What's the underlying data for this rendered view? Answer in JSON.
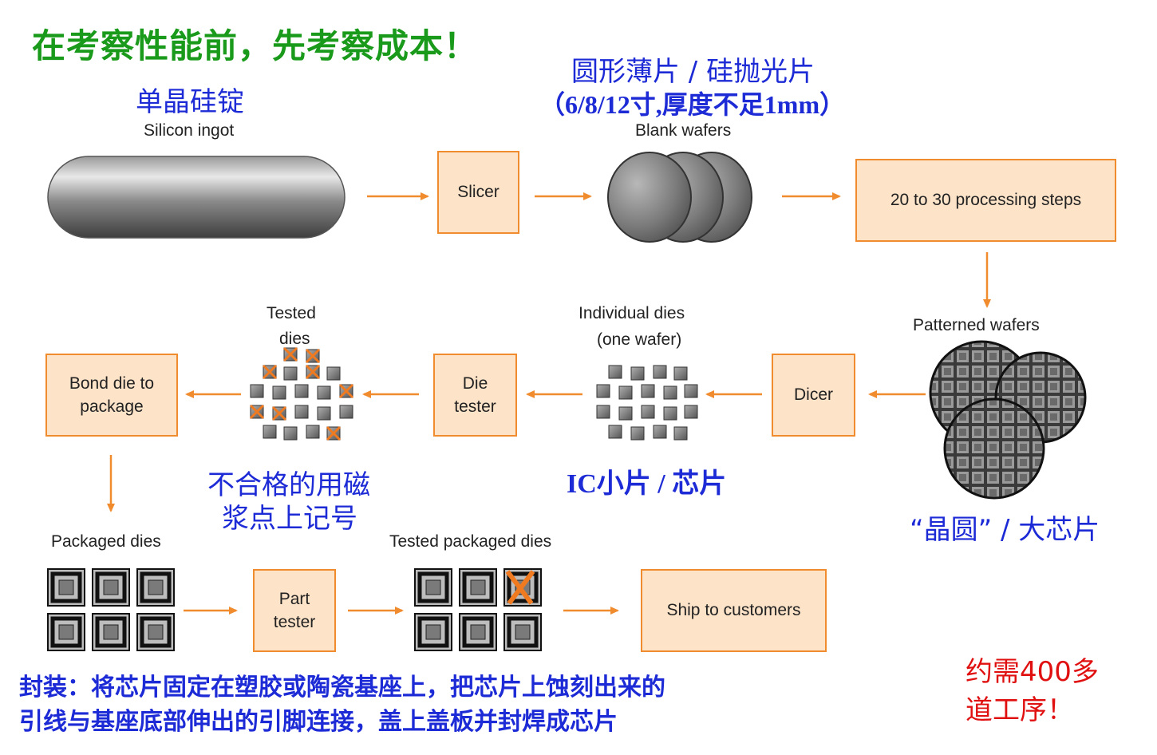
{
  "headline": "在考察性能前，先考察成本！",
  "captions": {
    "ingot_cn": "单晶硅锭",
    "ingot_en": "Silicon ingot",
    "wafer_cn_1": "圆形薄片 / 硅抛光片",
    "wafer_cn_2": "（6/8/12寸,厚度不足1mm）",
    "blank_en": "Blank wafers",
    "patterned_en": "Patterned wafers",
    "patterned_cn": "“晶圆” / 大芯片",
    "individual_en_1": "Individual dies",
    "individual_en_2": "(one wafer)",
    "ic_cn": "IC小片 / 芯片",
    "tested_en_1": "Tested",
    "tested_en_2": "dies",
    "mark_cn_1": "不合格的用磁",
    "mark_cn_2": "浆点上记号",
    "packaged_en": "Packaged dies",
    "tested_packaged_en": "Tested packaged dies"
  },
  "boxes": {
    "slicer": "Slicer",
    "processing": "20 to 30 processing steps",
    "dicer": "Dicer",
    "die_tester": "Die\ntester",
    "bond": "Bond die to\npackage",
    "part_tester": "Part\ntester",
    "ship": "Ship to customers"
  },
  "notes": {
    "package_1": "封装：将芯片固定在塑胶或陶瓷基座上，把芯片上蚀刻出来的",
    "package_2": "引线与基座底部伸出的引脚连接，盖上盖板并封焊成芯片",
    "steps_1": "约需400多",
    "steps_2": "道工序！"
  },
  "colors": {
    "headline": "#1a9a1a",
    "caption_blue": "#1d2bd6",
    "note_red": "#e01010",
    "box_fill": "#fde3c8",
    "box_border": "#f08b2e",
    "arrow": "#f08b2e",
    "reject_mark": "#f07a20"
  }
}
